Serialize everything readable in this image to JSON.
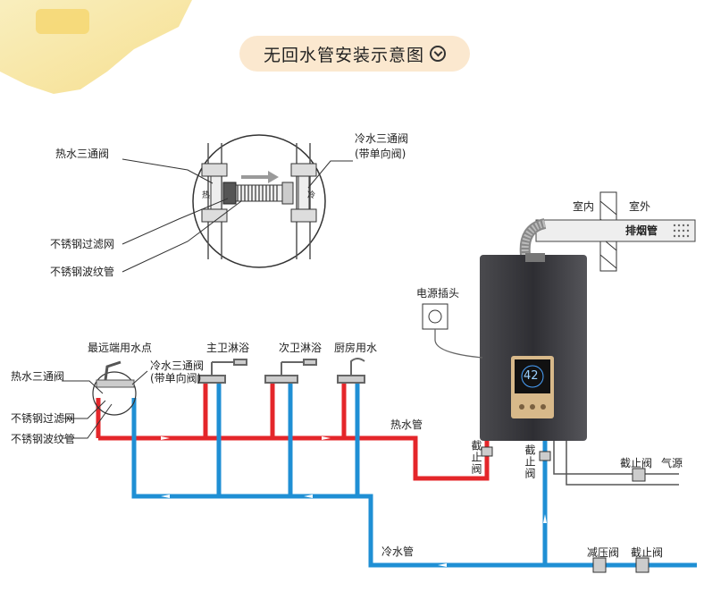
{
  "title": "无回水管安装示意图",
  "detail": {
    "hot_valve": "热水三通阀",
    "cold_valve": "冷水三通阀",
    "cold_valve_note": "(带单向阀)",
    "filter": "不锈钢过滤网",
    "hose": "不锈钢波纹管",
    "hot_mark": "热",
    "cold_mark": "冷"
  },
  "vent": {
    "indoor": "室内",
    "outdoor": "室外",
    "pipe": "排烟管"
  },
  "heater": {
    "power_plug": "电源插头",
    "display_value": "42"
  },
  "points": {
    "farthest": "最远端用水点",
    "master_bath": "主卫淋浴",
    "second_bath": "次卫淋浴",
    "kitchen": "厨房用水"
  },
  "left_labels": {
    "hot_valve": "热水三通阀",
    "filter": "不锈钢过滤网",
    "hose": "不锈钢波纹管",
    "cold_valve": "冷水三通阀",
    "cold_valve_note": "(带单向阀)"
  },
  "pipes": {
    "hot": "热水管",
    "cold": "冷水管",
    "gas": "气源"
  },
  "valves": {
    "shutoff_hot": "截止阀",
    "shutoff_cold": "截止阀",
    "shutoff_gas": "截止阀",
    "pressure_reducer": "减压阀",
    "shutoff_main": "截止阀"
  },
  "colors": {
    "hot_pipe": "#e4262a",
    "cold_pipe": "#1f8fd4",
    "title_bg": "#fbe8cf",
    "heater_body": "#3a3a3e",
    "heater_panel": "#d8b98a"
  }
}
